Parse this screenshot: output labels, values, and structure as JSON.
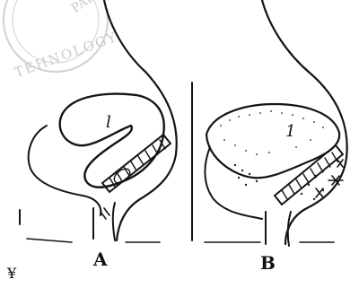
{
  "figure": {
    "panel_left": {
      "label": "A",
      "region_label": "l"
    },
    "panel_right": {
      "label": "B",
      "region_label": "1"
    },
    "corner_mark": "¥",
    "stamp": {
      "text": "PAL ... TEHNOLOGY"
    }
  },
  "colors": {
    "ink": "#141414",
    "stamp": "#b4b4b4",
    "background": "#ffffff"
  }
}
